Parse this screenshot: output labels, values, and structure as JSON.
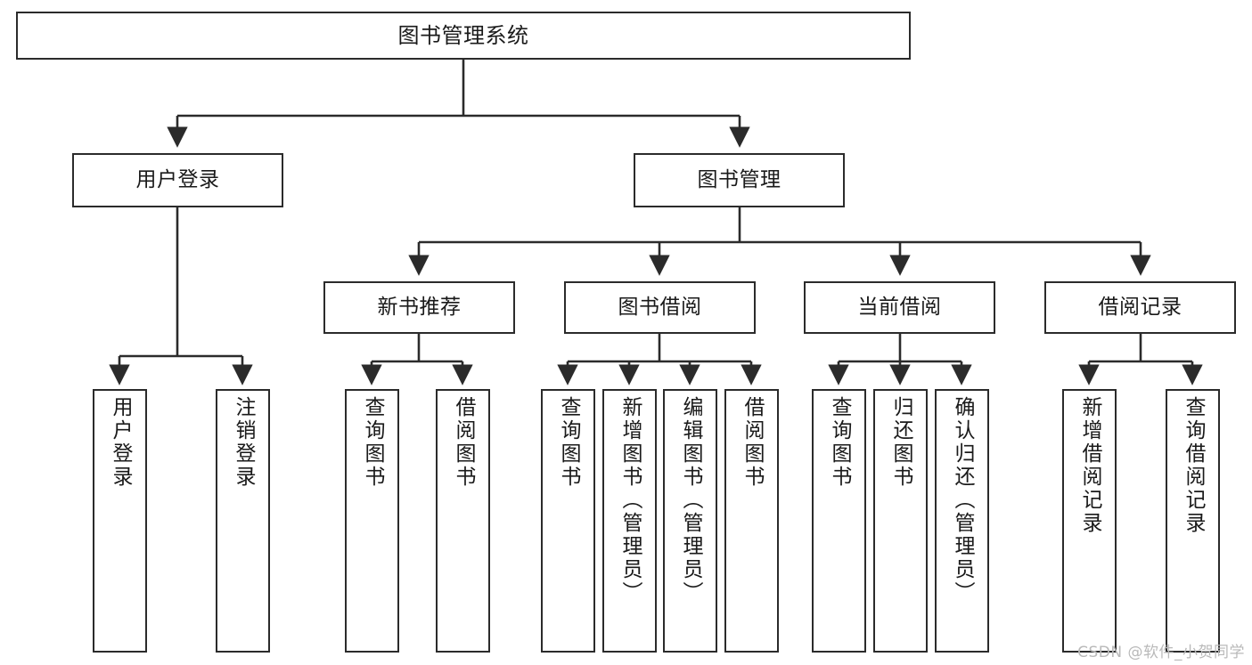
{
  "diagram": {
    "title": "图书管理系统",
    "type": "hierarchy-tree",
    "watermark": "CSDN @软件_小贺同学",
    "colors": {
      "stroke": "#2b2b2b",
      "fill": "#ffffff",
      "text": "#1a1a1a",
      "watermark": "#b9b9b9"
    },
    "nodes": {
      "root": {
        "label": "图书管理系统"
      },
      "level2": [
        {
          "id": "user-login",
          "label": "用户登录"
        },
        {
          "id": "book-management",
          "label": "图书管理"
        }
      ],
      "level3": [
        {
          "id": "new-book-recommend",
          "label": "新书推荐"
        },
        {
          "id": "book-borrow",
          "label": "图书借阅"
        },
        {
          "id": "current-borrow",
          "label": "当前借阅"
        },
        {
          "id": "borrow-record",
          "label": "借阅记录"
        }
      ],
      "leaves": {
        "user_login": [
          {
            "id": "leaf-user-login",
            "label": "用户登录"
          },
          {
            "id": "leaf-logout-login",
            "label": "注销登录"
          }
        ],
        "new_book_recommend": [
          {
            "id": "leaf-query-book-1",
            "label": "查询图书"
          },
          {
            "id": "leaf-borrow-book-1",
            "label": "借阅图书"
          }
        ],
        "book_borrow": [
          {
            "id": "leaf-query-book-2",
            "label": "查询图书"
          },
          {
            "id": "leaf-add-book",
            "label": "新增图书（管理员）"
          },
          {
            "id": "leaf-edit-book",
            "label": "编辑图书（管理员）"
          },
          {
            "id": "leaf-borrow-book-2",
            "label": "借阅图书"
          }
        ],
        "current_borrow": [
          {
            "id": "leaf-query-book-3",
            "label": "查询图书"
          },
          {
            "id": "leaf-return-book",
            "label": "归还图书"
          },
          {
            "id": "leaf-confirm-return",
            "label": "确认归还（管理员）"
          }
        ],
        "borrow_record": [
          {
            "id": "leaf-add-record",
            "label": "新增借阅记录"
          },
          {
            "id": "leaf-query-record",
            "label": "查询借阅记录"
          }
        ]
      }
    }
  }
}
